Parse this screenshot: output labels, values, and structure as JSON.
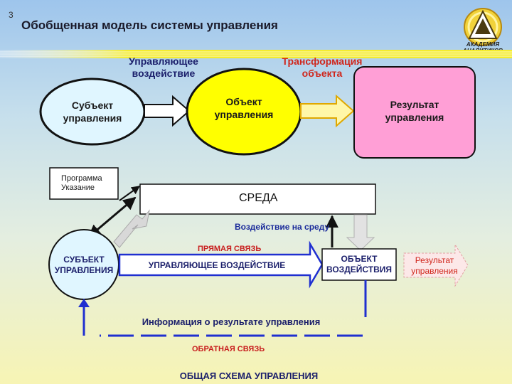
{
  "slide_number": "3",
  "title": "Обобщенная модель системы управления",
  "logo_text": "АКАДЕМИЯ АНАЛИТИКОВ",
  "top": {
    "label_action": [
      "Управляющее",
      "воздействие"
    ],
    "label_transform": [
      "Трансформация",
      "объекта"
    ],
    "subject": [
      "Субъект",
      "управления"
    ],
    "object": [
      "Объект",
      "управления"
    ],
    "result": [
      "Результат",
      "управления"
    ]
  },
  "bottom": {
    "program": [
      "Программа",
      "Указание"
    ],
    "environment": "СРЕДА",
    "env_effect": "Воздействие на среду",
    "direct_link": "ПРЯМАЯ СВЯЗЬ",
    "subject": [
      "СУБЪЕКТ",
      "УПРАВЛЕНИЯ"
    ],
    "control_action": "УПРАВЛЯЮЩЕЕ ВОЗДЕЙСТВИЕ",
    "object": [
      "ОБЪЕКТ",
      "ВОЗДЕЙСТВИЯ"
    ],
    "result": [
      "Результат",
      "управления"
    ],
    "info": "Информация о результате управления",
    "feedback": "ОБРАТНАЯ СВЯЗЬ",
    "caption": "ОБЩАЯ СХЕМА УПРАВЛЕНИЯ"
  },
  "colors": {
    "subject_fill": "#e0f6ff",
    "object_fill": "#ffff00",
    "result_fill": "#ff9fd6",
    "arrow_fill": "#fff7a8",
    "line_blue": "#1f2fd0",
    "title_bar": "#f4ec2e"
  }
}
